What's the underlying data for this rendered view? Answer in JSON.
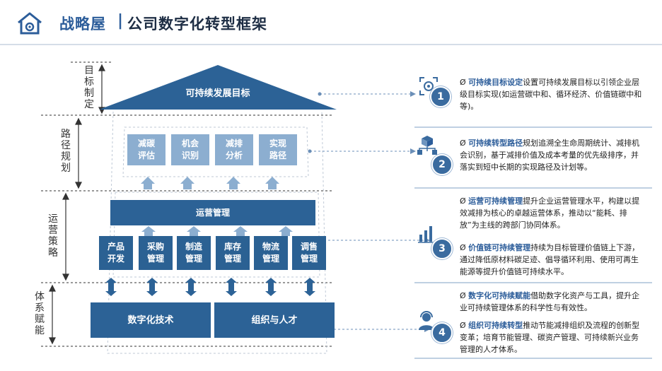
{
  "header": {
    "brand": "战略屋",
    "separator": "|",
    "title": "公司数字化转型框架",
    "icon": "house-gear-icon"
  },
  "stages": [
    {
      "label": "目标制定"
    },
    {
      "label": "路径规划"
    },
    {
      "label": "运营策略"
    },
    {
      "label": "体系赋能"
    }
  ],
  "roof": {
    "label": "可持续发展目标"
  },
  "path_boxes": [
    {
      "label": "减碳\n评估"
    },
    {
      "label": "机会\n识别"
    },
    {
      "label": "减排\n分析"
    },
    {
      "label": "实现\n路径"
    }
  ],
  "ops_bar": {
    "label": "运营管理"
  },
  "ops_boxes": [
    {
      "label": "产品\n开发"
    },
    {
      "label": "采购\n管理"
    },
    {
      "label": "制造\n管理"
    },
    {
      "label": "库存\n管理"
    },
    {
      "label": "物流\n管理"
    },
    {
      "label": "调售\n管理"
    }
  ],
  "foundation": [
    {
      "label": "数字化技术"
    },
    {
      "label": "组织与人才"
    }
  ],
  "right_items": [
    {
      "num": "1",
      "icon": "target-gear-icon",
      "paras": [
        {
          "lead": "可持续目标设定",
          "bullet": "Ø",
          "text": "设置可持续发展目标以引领企业层级目标实现(如运营碳中和、循环经济、价值链碳中和等)。"
        }
      ]
    },
    {
      "num": "2",
      "icon": "cubes-network-icon",
      "paras": [
        {
          "lead": "可持续转型路径",
          "bullet": "Ø",
          "text": "规划追溯全生命周期统计、减排机会识别，基于减排价值及成本考量的优先级排序，并落实到短中长期的实现路径及计划等。"
        }
      ]
    },
    {
      "num": "3",
      "icon": "bar-chart-icon",
      "paras": [
        {
          "lead": "运营可持续管理",
          "bullet": "Ø",
          "text": "提升企业运营管理水平，构建以提效减排为核心的卓越运营体系，推动以“能耗、排放”为主线的跨部门协同体系。"
        },
        {
          "lead": "价值链可持续管理",
          "bullet": "Ø",
          "text": "持续为目标管理价值链上下游，通过降低原材料碳足迹、倡导循环利用、使用可再生能源等提升价值链可持续水平。"
        }
      ]
    },
    {
      "num": "4",
      "icon": "person-headset-icon",
      "paras": [
        {
          "lead": "数字化可持续赋能",
          "bullet": "Ø",
          "text": "借助数字化资产与工具，提升企业可持续管理体系的科学性与有效性。"
        },
        {
          "lead": "组织可持续转型",
          "bullet": "Ø",
          "text": "推动节能减排组织及流程的创新型变革；培育节能管理、碳资产管理、可持续新兴业务管理的人才体系。"
        }
      ]
    }
  ]
}
